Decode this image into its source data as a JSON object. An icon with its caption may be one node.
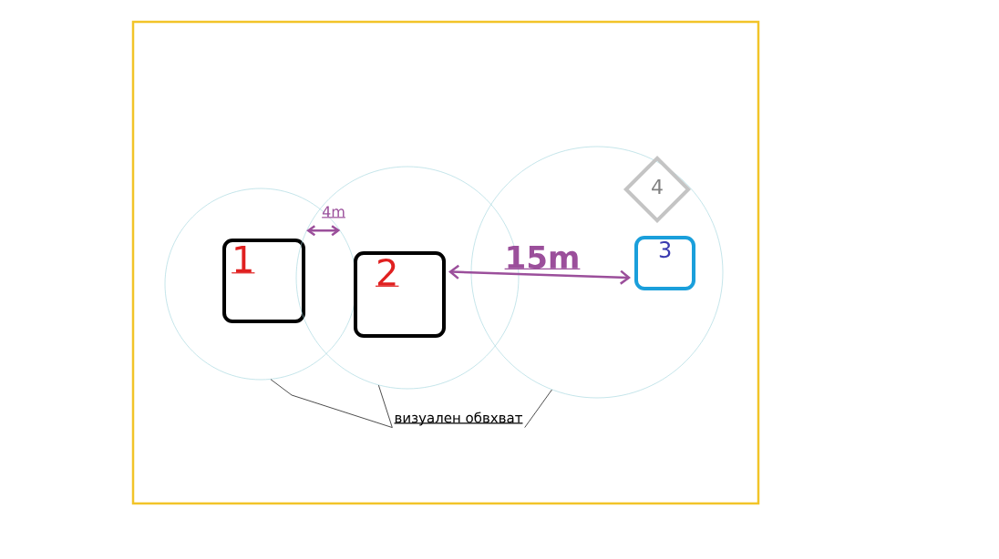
{
  "diagram": {
    "nodes": [
      {
        "text": [],
        "shape": "circle"
      },
      {
        "text": [
          "1"
        ],
        "in": 0
      },
      {
        "text": [],
        "shape": "circle"
      },
      {
        "text": [
          "2"
        ],
        "in": 2
      },
      {
        "text": [],
        "shape": "circle"
      },
      {
        "text": [
          "4"
        ],
        "in": 4
      },
      {
        "text": [
          "3"
        ],
        "in": 4
      },
      {
        "text": [
          "визуален обвхват"
        ]
      }
    ],
    "edges": [
      {
        "from": 7,
        "to": 0,
        "arrow": "none"
      },
      {
        "from": 7,
        "to": 2,
        "arrow": "none"
      },
      {
        "from": 7,
        "to": 4,
        "arrow": "none"
      },
      {
        "from": 0,
        "to": 2,
        "arrow": "both",
        "label": "4m",
        "style": "thick",
        "color": "#9b4f9b"
      },
      {
        "from": 3,
        "to": 6,
        "arrow": "both",
        "label": "15m",
        "style": "thick",
        "color": "#9b4f9b"
      }
    ]
  }
}
